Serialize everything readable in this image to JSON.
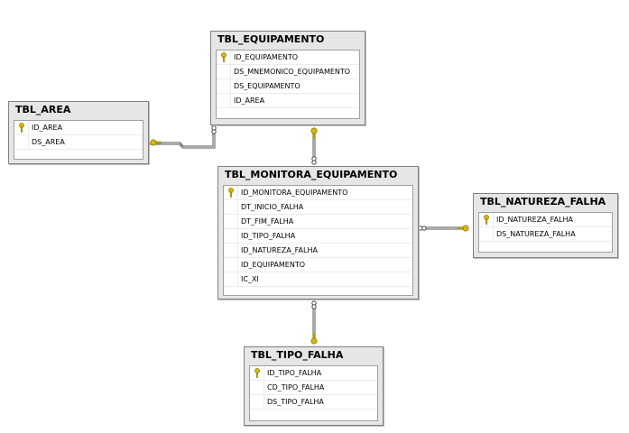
{
  "tables": {
    "area": {
      "name": "TBL_AREA",
      "columns": [
        "ID_AREA",
        "DS_AREA"
      ]
    },
    "equipamento": {
      "name": "TBL_EQUIPAMENTO",
      "columns": [
        "ID_EQUIPAMENTO",
        "DS_MNEMONICO_EQUIPAMENTO",
        "DS_EQUIPAMENTO",
        "ID_AREA"
      ]
    },
    "monitora": {
      "name": "TBL_MONITORA_EQUIPAMENTO",
      "columns": [
        "ID_MONITORA_EQUIPAMENTO",
        "DT_INICIO_FALHA",
        "DT_FIM_FALHA",
        "ID_TIPO_FALHA",
        "ID_NATUREZA_FALHA",
        "ID_EQUIPAMENTO",
        "IC_XI"
      ]
    },
    "natureza": {
      "name": "TBL_NATUREZA_FALHA",
      "columns": [
        "ID_NATUREZA_FALHA",
        "DS_NATUREZA_FALHA"
      ]
    },
    "tipo": {
      "name": "TBL_TIPO_FALHA",
      "columns": [
        "ID_TIPO_FALHA",
        "CD_TIPO_FALHA",
        "DS_TIPO_FALHA"
      ]
    }
  },
  "primary_key_icon": "key-icon",
  "relationships": [
    {
      "from": "TBL_EQUIPAMENTO",
      "to": "TBL_AREA",
      "many_icon": "infinity-icon",
      "one_icon": "key-icon"
    },
    {
      "from": "TBL_MONITORA_EQUIPAMENTO",
      "to": "TBL_EQUIPAMENTO",
      "many_icon": "infinity-icon",
      "one_icon": "key-icon"
    },
    {
      "from": "TBL_MONITORA_EQUIPAMENTO",
      "to": "TBL_NATUREZA_FALHA",
      "many_icon": "infinity-icon",
      "one_icon": "key-icon"
    },
    {
      "from": "TBL_MONITORA_EQUIPAMENTO",
      "to": "TBL_TIPO_FALHA",
      "many_icon": "infinity-icon",
      "one_icon": "key-icon"
    }
  ],
  "colors": {
    "table_bg": "#e6e6e6",
    "border": "#808080",
    "key": "#d9b800",
    "line": "#555555"
  }
}
